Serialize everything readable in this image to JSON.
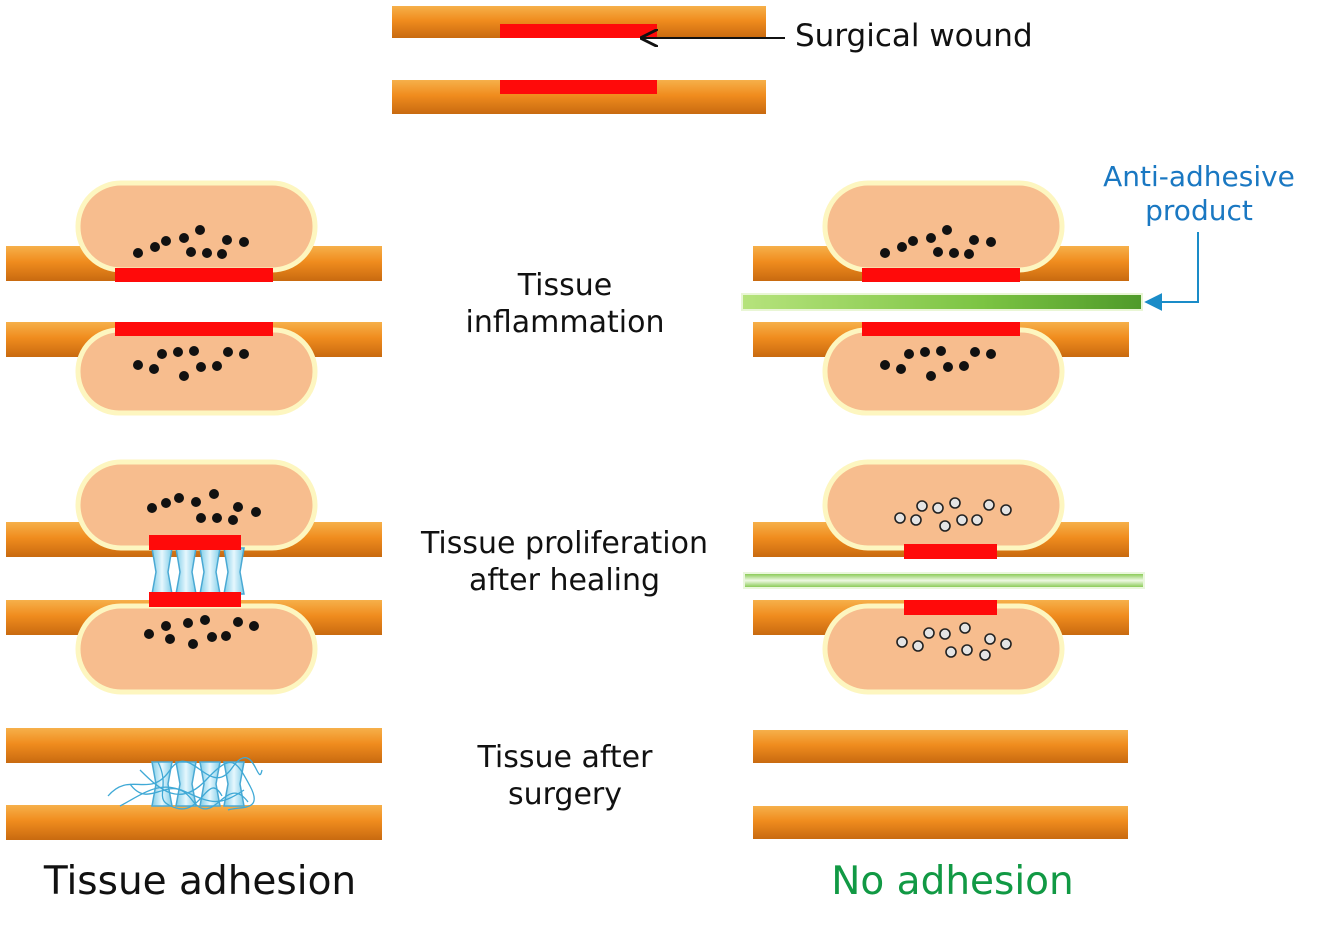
{
  "labels": {
    "surgical_wound": "Surgical wound",
    "anti_adhesive": [
      "Anti-adhesive",
      "product"
    ],
    "stage_inflammation": [
      "Tissue",
      "inflammation"
    ],
    "stage_proliferation": [
      "Tissue proliferation",
      "after healing"
    ],
    "stage_after": [
      "Tissue after",
      "surgery"
    ],
    "outcome_left": "Tissue adhesion",
    "outcome_right": "No adhesion"
  },
  "colors": {
    "tissue_layer": "#f08c1e",
    "wound": "#ff0a0a",
    "inflamed_tissue": "#f7bd8e",
    "inflamed_border": "#fdf6c0",
    "barrier_film": "#6dbf3a",
    "adhesion_band": "#b9e6f7",
    "product_callout": "#1a78c2",
    "no_adhesion_text": "#119944",
    "text": "#111111"
  }
}
